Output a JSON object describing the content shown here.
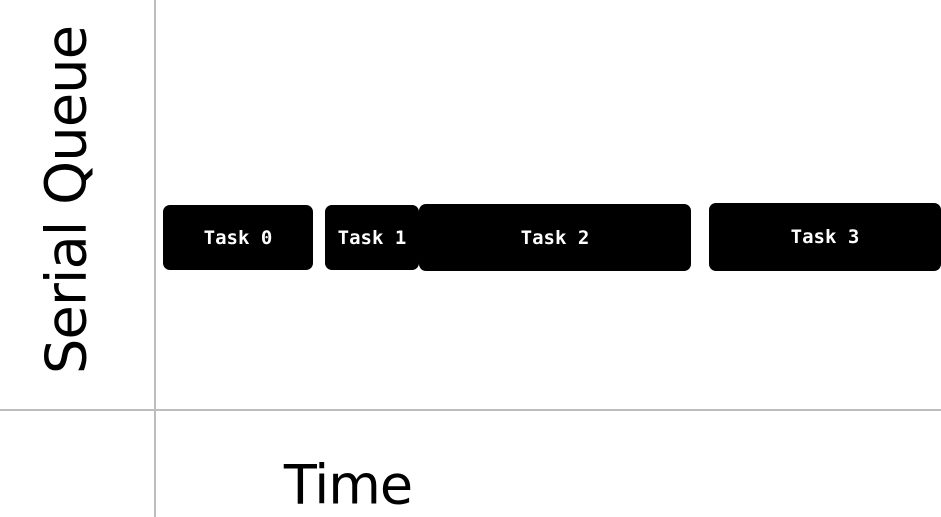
{
  "diagram": {
    "y_axis_label": "Serial Queue",
    "x_axis_label": "Time",
    "tasks": [
      {
        "label": "Task 0"
      },
      {
        "label": "Task 1"
      },
      {
        "label": "Task 2"
      },
      {
        "label": "Task 3"
      }
    ]
  }
}
